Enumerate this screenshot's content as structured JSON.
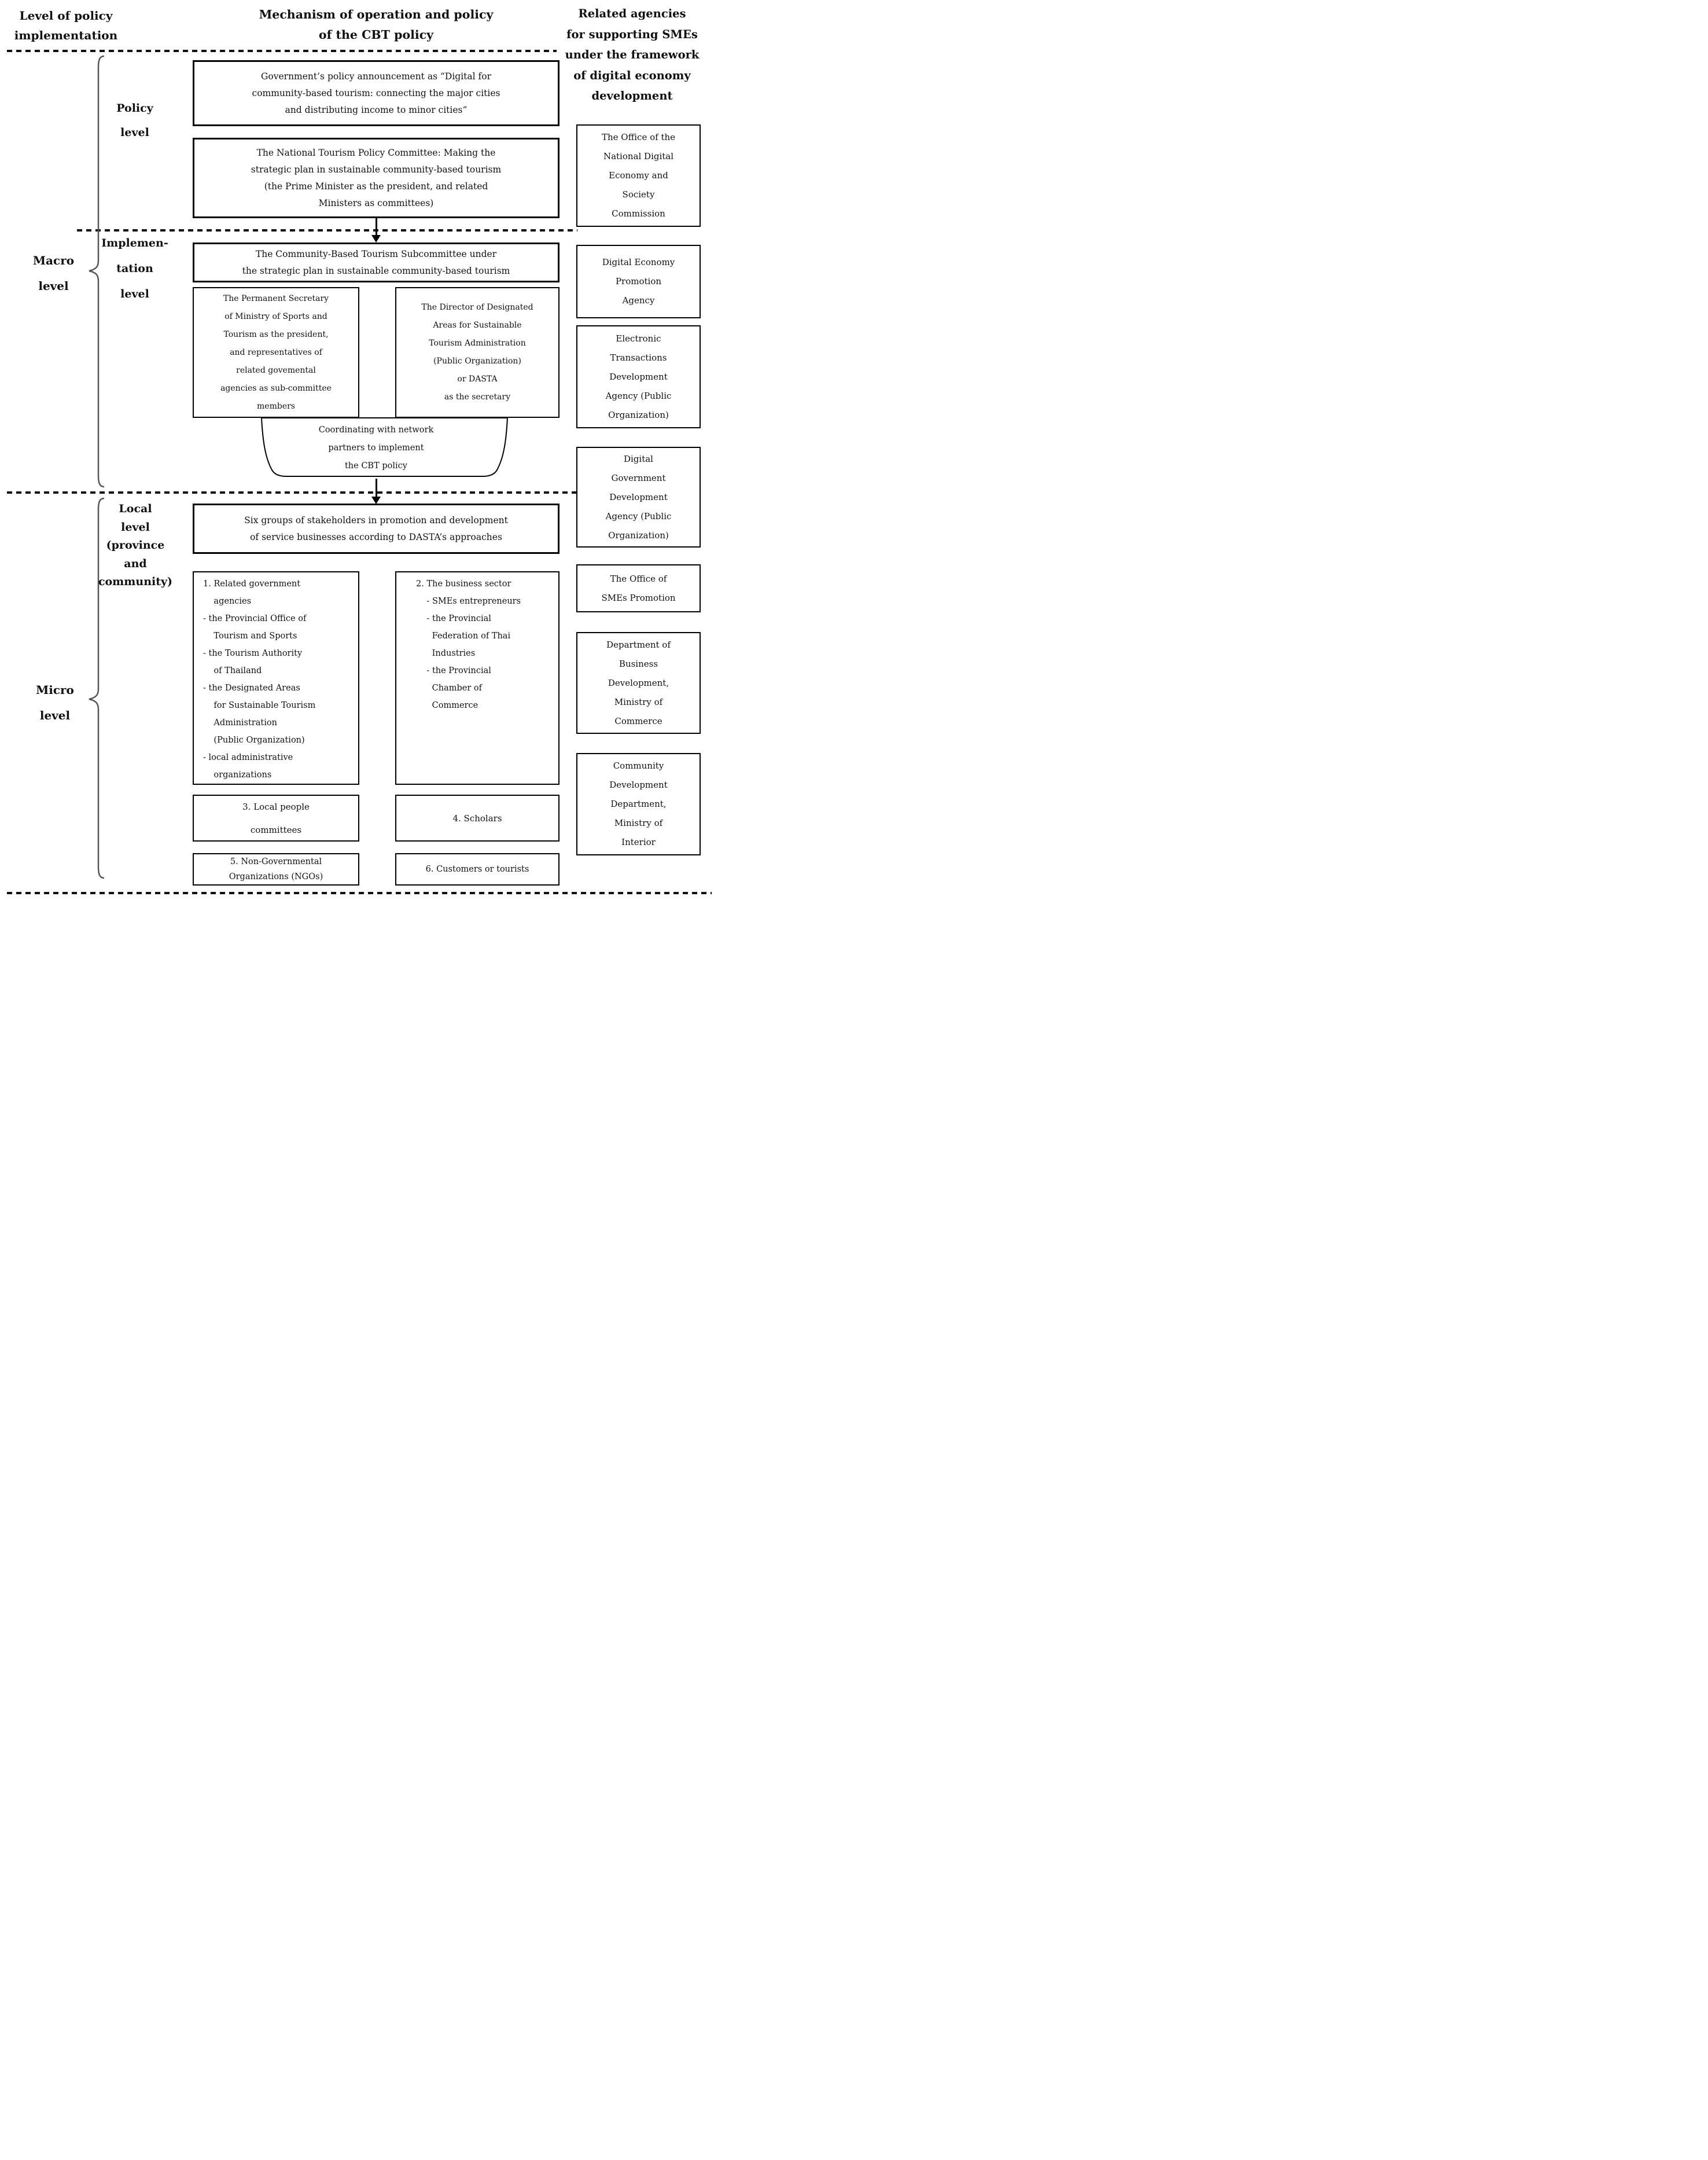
{
  "headers": {
    "left": "Level of policy\nimplementation",
    "center": "Mechanism of operation and policy\nof the CBT policy",
    "right": "Related agencies\nfor supporting SMEs\nunder the framework\nof digital economy\ndevelopment"
  },
  "left_column": {
    "macro_label": "Macro\nlevel",
    "micro_label": "Micro\nlevel"
  },
  "mid_labels": {
    "policy": "Policy\nlevel",
    "implementation": "Implemen-\ntation\nlevel",
    "local": "Local\nlevel\n(province\nand\ncommunity)"
  },
  "macro_flow": {
    "policy_announcement": "Government’s policy announcement as “Digital for\ncommunity-based tourism: connecting the major cities\nand distributing income to minor cities”",
    "national_committee": "The National Tourism Policy Committee: Making the\nstrategic plan in sustainable community-based tourism\n(the Prime Minister as the president, and related\nMinisters as committees)",
    "subcommittee": "The Community-Based Tourism Subcommittee under\nthe strategic plan in sustainable community-based tourism",
    "permanent_secretary": "The Permanent Secretary\nof Ministry of Sports and\nTourism as the president,\nand representatives of\nrelated govemental\nagencies as sub-committee\nmembers",
    "dasta_director": "The Director of Designated\nAreas for Sustainable\nTourism Administration\n(Public Organization)\nor DASTA\nas the secretary",
    "coordinating": "Coordinating with network\npartners to implement\nthe CBT policy"
  },
  "micro_flow": {
    "six_groups": "Six groups of stakeholders in promotion and development\nof service businesses according to DASTA’s approaches",
    "stakeholders": [
      "1. Related government\n    agencies\n- the Provincial Office of\n    Tourism and Sports\n- the Tourism Authority\n    of Thailand\n- the Designated Areas\n    for Sustainable Tourism\n    Administration\n    (Public Organization)\n- local administrative\n    organizations",
      "2. The business sector\n    - SMEs entrepreneurs\n    - the Provincial\n      Federation of Thai\n      Industries\n    - the Provincial\n      Chamber of\n      Commerce",
      "3. Local people\ncommittees",
      "4. Scholars",
      "5. Non-Governmental\nOrganizations (NGOs)",
      "6. Customers or tourists"
    ]
  },
  "agencies": [
    "The Office of the\nNational Digital\nEconomy and\nSociety\nCommission",
    "Digital Economy\nPromotion\nAgency",
    "Electronic\nTransactions\nDevelopment\nAgency (Public\nOrganization)",
    "Digital\nGovernment\nDevelopment\nAgency (Public\nOrganization)",
    "The Office of\nSMEs Promotion",
    "Department of\nBusiness\nDevelopment,\nMinistry of\nCommerce",
    "Community\nDevelopment\nDepartment,\nMinistry of\nInterior"
  ],
  "colors": {
    "ink": "#111111",
    "brace": "#555555",
    "background": "#ffffff"
  }
}
